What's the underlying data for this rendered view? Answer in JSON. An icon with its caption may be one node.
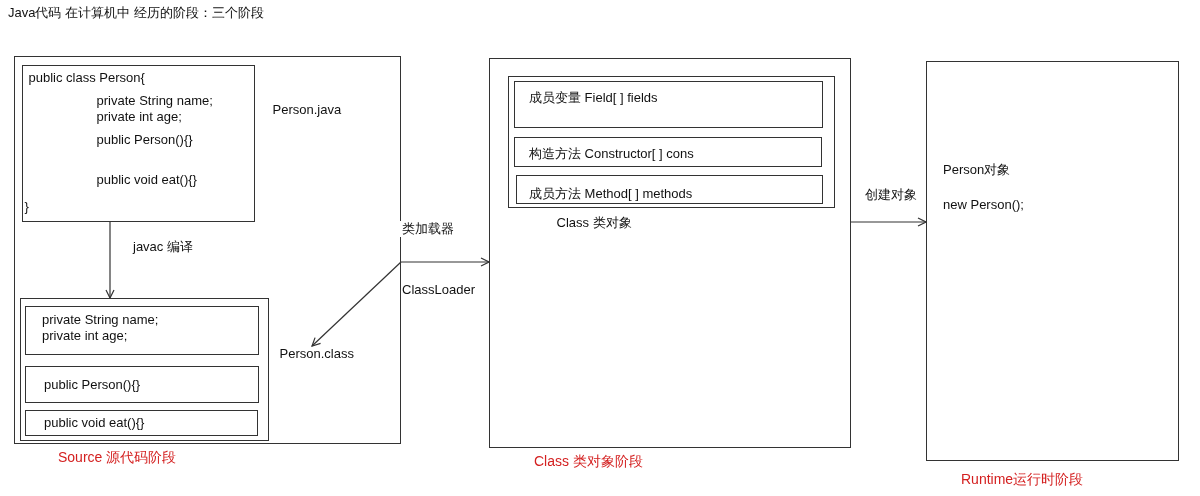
{
  "diagram": {
    "title": "Java代码 在计算机中 经历的阶段：三个阶段",
    "nodes": [
      {
        "text": [
          "Source 源代码阶段"
        ]
      },
      {
        "text": [
          "public class Person{",
          "private String name; private int age;",
          "public Person(){}",
          "public void eat(){}",
          "}"
        ],
        "in": 0,
        "beside": [
          "Person.java"
        ]
      },
      {
        "text": [],
        "shape": "box",
        "in": 0
      },
      {
        "text": [
          "private String name; private int age;"
        ],
        "in": 2
      },
      {
        "text": [
          "public Person(){}"
        ],
        "in": 2
      },
      {
        "text": [
          "public void eat(){}"
        ],
        "in": 2
      },
      {
        "text": [
          "Person.class"
        ],
        "in": 0
      },
      {
        "text": [
          "Class 类对象阶段"
        ]
      },
      {
        "text": [],
        "shape": "box",
        "in": 7,
        "beside": [
          "Class 类对象"
        ]
      },
      {
        "text": [
          "成员变量  Field[ ] fields"
        ],
        "in": 8
      },
      {
        "text": [
          "构造方法  Constructor[ ] cons"
        ],
        "in": 8
      },
      {
        "text": [
          "成员方法 Method[ ] methods"
        ],
        "in": 8
      },
      {
        "text": [
          "Person对象",
          "new Person();",
          "Runtime运行时阶段"
        ]
      }
    ],
    "edges": [
      {
        "from": 1,
        "to": 2,
        "arrow": "to",
        "label": "javac 编译"
      },
      {
        "from": 0,
        "to": 7,
        "arrow": "to",
        "label": "类加载器"
      },
      {
        "from": 0,
        "to": 6,
        "arrow": "to"
      },
      {
        "from": 7,
        "to": 12,
        "arrow": "to",
        "label": "创建对象"
      }
    ],
    "labels": [
      "ClassLoader"
    ]
  }
}
